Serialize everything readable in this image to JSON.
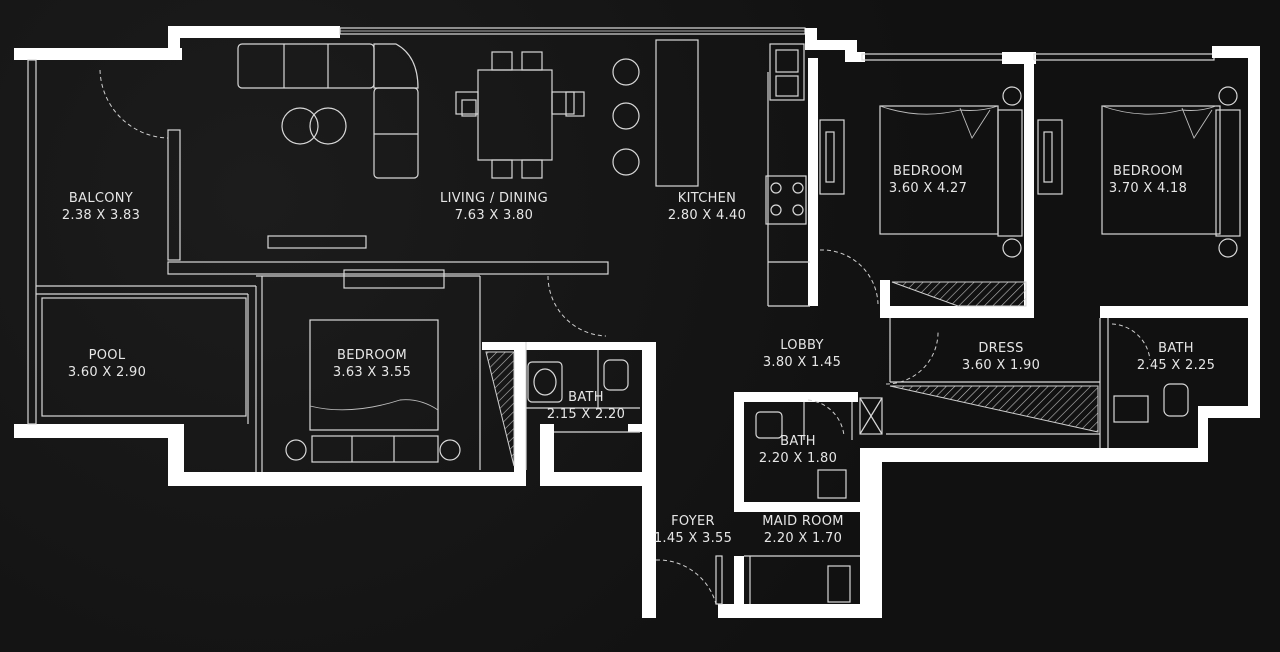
{
  "rooms": [
    {
      "id": "balcony",
      "name": "BALCONY",
      "size": "2.38 X 3.83"
    },
    {
      "id": "living-dining",
      "name": "LIVING / DINING",
      "size": "7.63 X 3.80"
    },
    {
      "id": "kitchen",
      "name": "KITCHEN",
      "size": "2.80 X 4.40"
    },
    {
      "id": "bedroom-2",
      "name": "BEDROOM",
      "size": "3.60 X 4.27"
    },
    {
      "id": "bedroom-3",
      "name": "BEDROOM",
      "size": "3.70 X 4.18"
    },
    {
      "id": "pool",
      "name": "POOL",
      "size": "3.60 X 2.90"
    },
    {
      "id": "bedroom-1",
      "name": "BEDROOM",
      "size": "3.63 X 3.55"
    },
    {
      "id": "bath-1",
      "name": "BATH",
      "size": "2.15 X 2.20"
    },
    {
      "id": "lobby",
      "name": "LOBBY",
      "size": "3.80 X 1.45"
    },
    {
      "id": "dress",
      "name": "DRESS",
      "size": "3.60 X 1.90"
    },
    {
      "id": "bath-3",
      "name": "BATH",
      "size": "2.45 X 2.25"
    },
    {
      "id": "bath-2",
      "name": "BATH",
      "size": "2.20 X 1.80"
    },
    {
      "id": "foyer",
      "name": "FOYER",
      "size": "1.45 X 3.55"
    },
    {
      "id": "maid-room",
      "name": "MAID ROOM",
      "size": "2.20 X 1.70"
    }
  ]
}
